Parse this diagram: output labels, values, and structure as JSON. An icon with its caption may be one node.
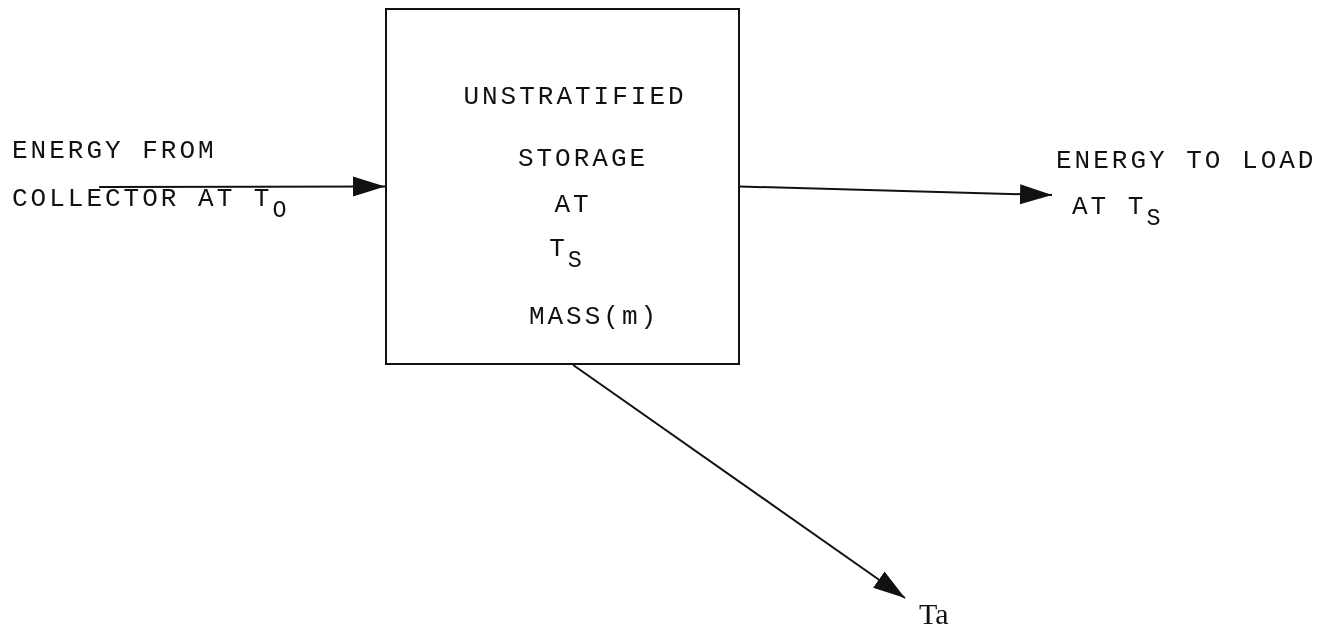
{
  "diagram": {
    "nodes": [
      {
        "text": [
          "UNSTRATIFIED",
          "STORAGE",
          "AT",
          "T$_{S}$",
          "MASS(m)"
        ]
      },
      {
        "text": [
          "ENERGY FROM",
          "COLLECTOR AT T$_{O}$"
        ]
      },
      {
        "text": [
          "ENERGY TO LOAD",
          "AT T$_{S}$"
        ]
      },
      {
        "text": [
          "Ta"
        ]
      }
    ],
    "edges": [
      {
        "from": 1,
        "to": 0,
        "arrow": "to"
      },
      {
        "from": 0,
        "to": 2,
        "arrow": "to"
      },
      {
        "from": 0,
        "to": 3,
        "arrow": "to"
      }
    ]
  }
}
